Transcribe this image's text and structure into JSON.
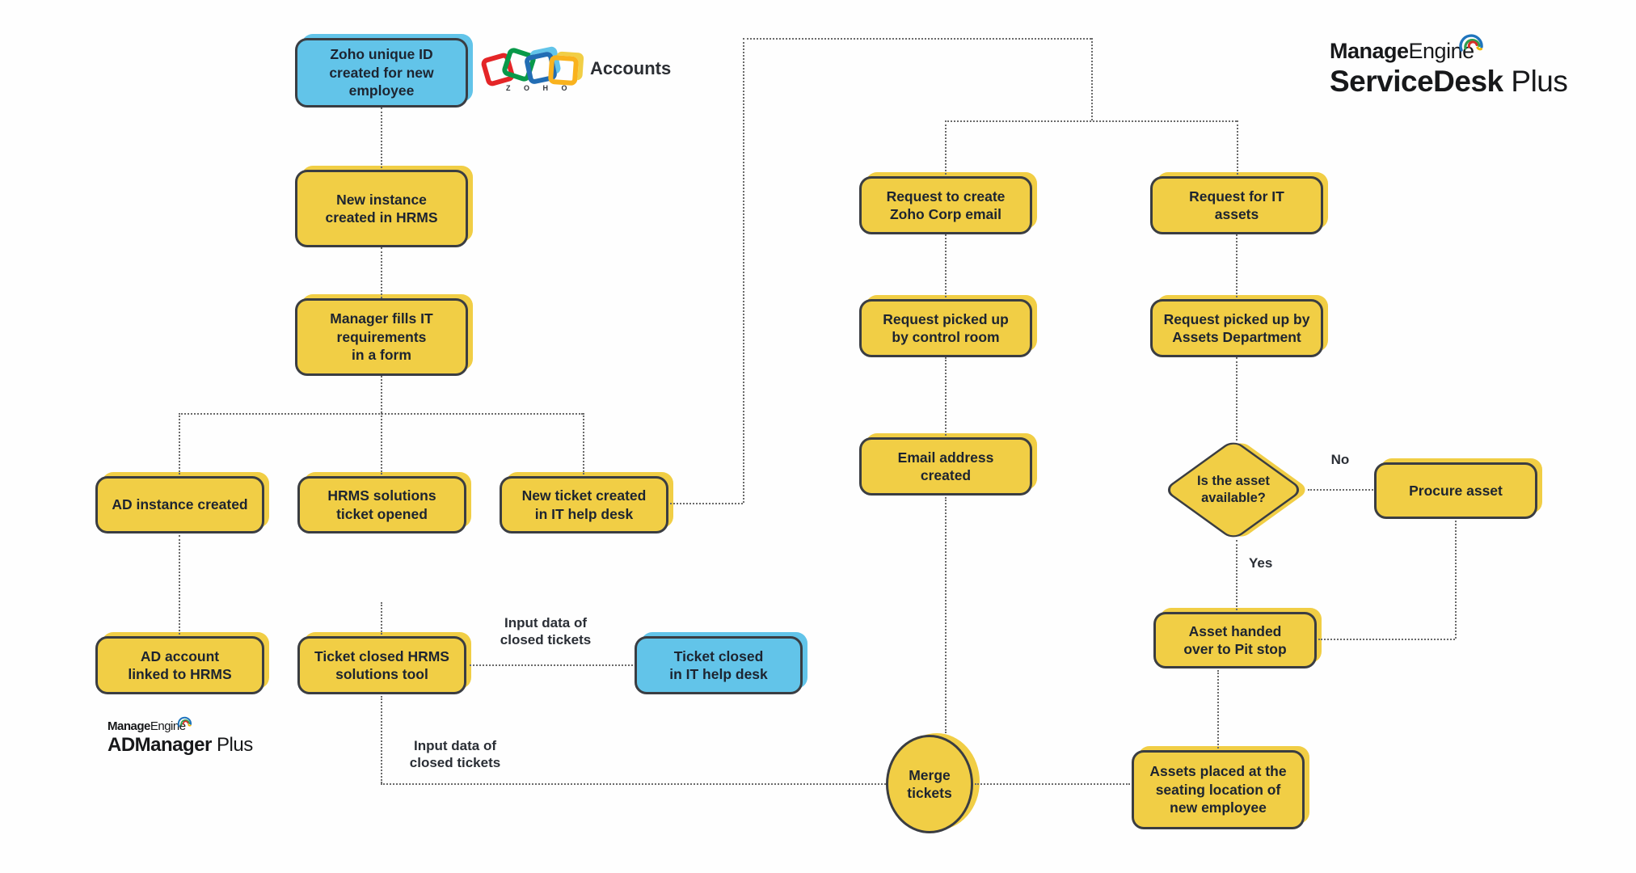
{
  "colors": {
    "node_yellow": "#F1CE45",
    "node_blue": "#62C4E9",
    "node_border": "#3a3d42",
    "connector": "#6a6a6a",
    "text": "#1d2430",
    "zoho_red": "#E42527",
    "zoho_green": "#089949",
    "zoho_blue": "#226DB4",
    "zoho_yellow": "#F9B21D"
  },
  "branding": {
    "zoho": {
      "word": "Z O H O",
      "product": "Accounts"
    },
    "servicedesk": {
      "brand_bold": "Manage",
      "brand_light": "Engine",
      "product_bold": "ServiceDesk",
      "product_light": " Plus"
    },
    "admanager": {
      "brand_bold": "Manage",
      "brand_light": "Engine",
      "product_bold": "ADManager",
      "product_light": " Plus"
    }
  },
  "nodes": {
    "zoho_id": "Zoho unique ID\ncreated for new\nemployee",
    "hrms_instance": "New instance\ncreated in HRMS",
    "manager_form": "Manager fills IT\nrequirements\nin a form",
    "ad_instance": "AD instance created",
    "hrms_ticket": "HRMS solutions\nticket opened",
    "new_ticket": "New ticket created\nin IT help desk",
    "ad_account": "AD account\nlinked to HRMS",
    "ticket_closed_hrms": "Ticket closed HRMS\nsolutions tool",
    "ticket_closed_helpdesk": "Ticket closed\nin IT help desk",
    "request_email": "Request to create\nZoho Corp email",
    "request_control_room": "Request picked up\nby control room",
    "email_created": "Email address\ncreated",
    "merge_tickets": "Merge\ntickets",
    "request_assets": "Request for IT\nassets",
    "request_assets_dept": "Request picked up by\nAssets Department",
    "asset_available": "Is the asset\navailable?",
    "procure_asset": "Procure asset",
    "pit_stop": "Asset handed\nover to Pit stop",
    "assets_placed": "Assets placed at the\nseating location of\nnew employee"
  },
  "labels": {
    "no": "No",
    "yes": "Yes",
    "input_data_top": "Input data of\nclosed tickets",
    "input_data_bottom": "Input data of\nclosed tickets"
  }
}
